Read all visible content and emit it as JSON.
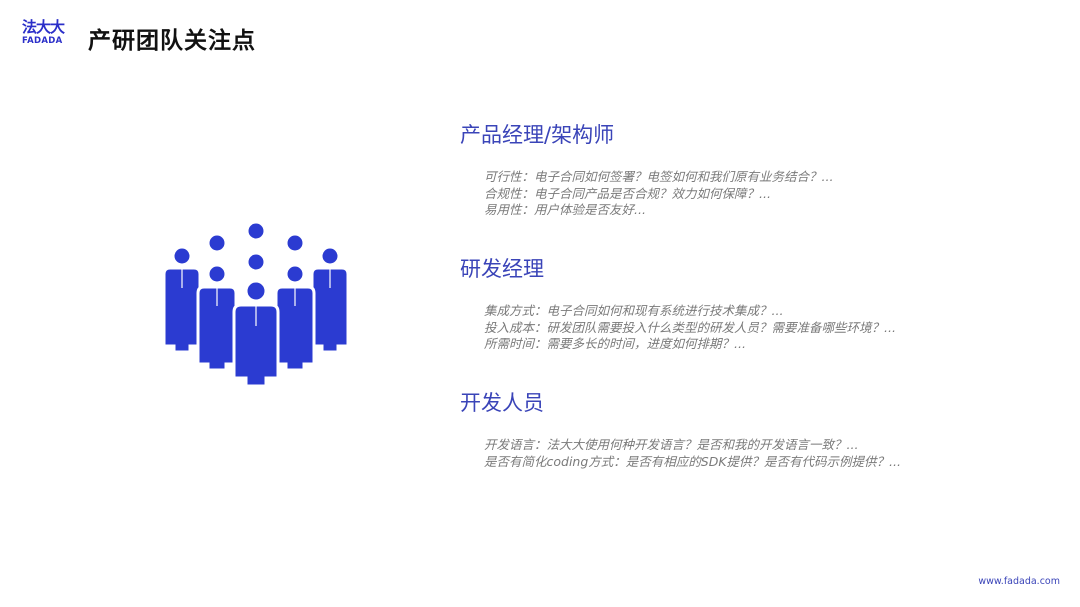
{
  "logo": {
    "cn": "法大大",
    "en": "FADADA"
  },
  "page_title": "产研团队关注点",
  "illustration": {
    "icon": "team-people-icon",
    "color": "#2b3bd1"
  },
  "sections": [
    {
      "heading": "产品经理/架构师",
      "lines": [
        "可行性：电子合同如何签署？电签如何和我们原有业务结合？...",
        "合规性：电子合同产品是否合规？效力如何保障？...",
        "易用性：用户体验是否友好..."
      ]
    },
    {
      "heading": "研发经理",
      "lines": [
        "集成方式：电子合同如何和现有系统进行技术集成？...",
        "投入成本：研发团队需要投入什么类型的研发人员？需要准备哪些环境？...",
        "所需时间：需要多长的时间，进度如何排期？..."
      ]
    },
    {
      "heading": "开发人员",
      "lines": [
        "开发语言：法大大使用何种开发语言？是否和我的开发语言一致？...",
        "是否有简化coding方式：是否有相应的SDK提供？是否有代码示例提供？..."
      ]
    }
  ],
  "footer": {
    "url": "www.fadada.com"
  },
  "colors": {
    "brand": "#2b2fc9",
    "heading": "#3a44b8",
    "body_text": "#7a7a7a",
    "icon": "#2b3bd1"
  }
}
